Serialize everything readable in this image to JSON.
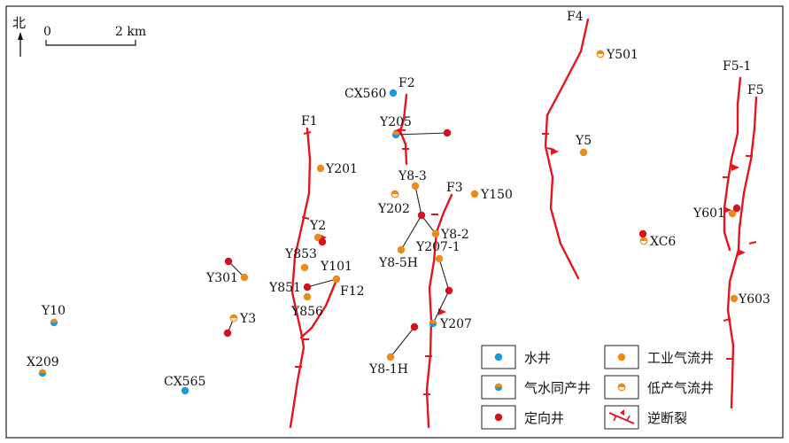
{
  "north": {
    "label": "北"
  },
  "scale_bar": {
    "start_label": "0",
    "end_label": "2 km"
  },
  "colors": {
    "water": "#1b9ad6",
    "industrial": "#ec8a1c",
    "gas_water": "#ec8a1c",
    "low_gas": "#ec8a1c",
    "directional": "#d6111e",
    "fault": "#e4151f"
  },
  "faults": [
    {
      "name": "F1"
    },
    {
      "name": "F2"
    },
    {
      "name": "F3"
    },
    {
      "name": "F4"
    },
    {
      "name": "F5-1"
    },
    {
      "name": "F5"
    },
    {
      "name": "F12"
    }
  ],
  "wells": [
    {
      "name": "CX560",
      "type": "water"
    },
    {
      "name": "Y205",
      "type": "gas_water"
    },
    {
      "name": "Y201",
      "type": "industrial"
    },
    {
      "name": "Y8-3",
      "type": "industrial"
    },
    {
      "name": "Y202",
      "type": "low_gas"
    },
    {
      "name": "Y150",
      "type": "industrial"
    },
    {
      "name": "Y2",
      "type": "industrial"
    },
    {
      "name": "Y8-2",
      "type": "industrial"
    },
    {
      "name": "Y207-1",
      "type": "industrial"
    },
    {
      "name": "Y8-5H",
      "type": "industrial"
    },
    {
      "name": "Y853",
      "type": "industrial"
    },
    {
      "name": "Y101",
      "type": "industrial"
    },
    {
      "name": "Y301",
      "type": "industrial"
    },
    {
      "name": "Y851",
      "type": "directional"
    },
    {
      "name": "Y856",
      "type": "industrial"
    },
    {
      "name": "Y3",
      "type": "low_gas"
    },
    {
      "name": "Y207",
      "type": "gas_water"
    },
    {
      "name": "Y8-1H",
      "type": "industrial"
    },
    {
      "name": "Y10",
      "type": "gas_water"
    },
    {
      "name": "X209",
      "type": "gas_water"
    },
    {
      "name": "CX565",
      "type": "water"
    },
    {
      "name": "Y501",
      "type": "low_gas"
    },
    {
      "name": "Y5",
      "type": "industrial"
    },
    {
      "name": "XC6",
      "type": "low_gas"
    },
    {
      "name": "Y601",
      "type": "industrial"
    },
    {
      "name": "Y603",
      "type": "industrial"
    }
  ],
  "legend": [
    {
      "type": "water",
      "label": "水井"
    },
    {
      "type": "industrial",
      "label": "工业气流井"
    },
    {
      "type": "gas_water",
      "label": "气水同产井"
    },
    {
      "type": "low_gas",
      "label": "低产气流井"
    },
    {
      "type": "directional",
      "label": "定向井"
    },
    {
      "type": "fault",
      "label": "逆断裂"
    }
  ]
}
